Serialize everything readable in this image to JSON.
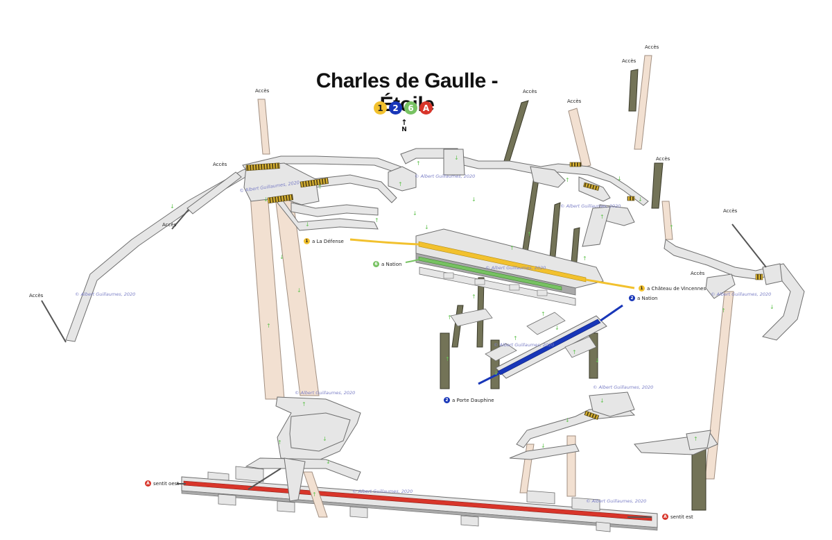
{
  "title": "Charles de Gaulle - Étoile",
  "north": "N",
  "lines": [
    {
      "label": "1",
      "bg": "#f2c12e",
      "fg": "#222222"
    },
    {
      "label": "2",
      "bg": "#1836b8",
      "fg": "#ffffff"
    },
    {
      "label": "6",
      "bg": "#77c262",
      "fg": "#ffffff"
    },
    {
      "label": "A",
      "bg": "#d8352a",
      "fg": "#ffffff"
    }
  ],
  "access_label": "Accès",
  "destinations": [
    {
      "line": "1",
      "text": "a La Défense"
    },
    {
      "line": "6",
      "text": "a Nation"
    },
    {
      "line": "1",
      "text": "a Château de Vincennes"
    },
    {
      "line": "2",
      "text": "a Nation"
    },
    {
      "line": "2",
      "text": "a Porte Dauphine"
    },
    {
      "line": "A",
      "text": "sentit oest"
    },
    {
      "line": "A",
      "text": "sentit est"
    }
  ],
  "copyright": "© Albert Guillaumes, 2020",
  "colors": {
    "corridor": "#e4e4e4",
    "corridor_edge": "#6d6d6d",
    "shaft": "#f2e0d1",
    "shaft_edge": "#a08e80",
    "dark_shaft": "#737357",
    "line1": "#f2c12e",
    "line2": "#1836b8",
    "line6": "#77c262",
    "lineA": "#d8352a",
    "stairs": "#d9b030",
    "arrow": "#66c454"
  }
}
